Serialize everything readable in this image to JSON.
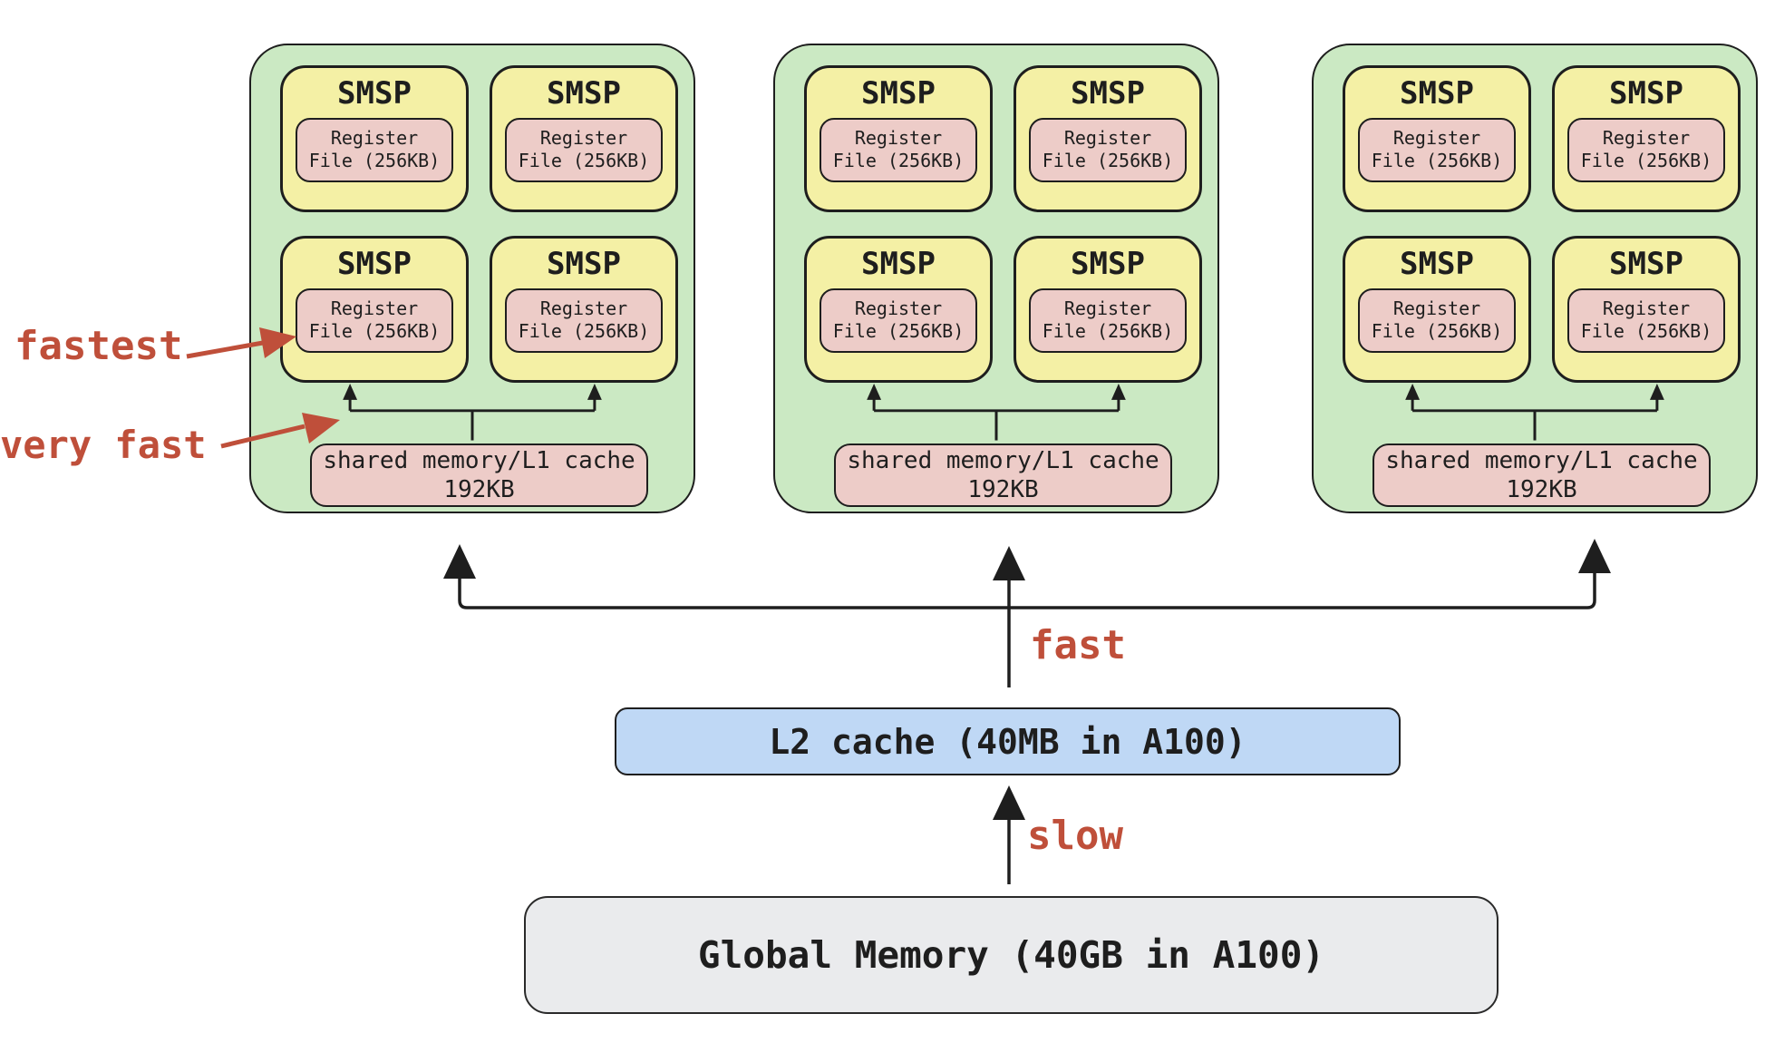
{
  "sm": {
    "count": 3,
    "smsp_label": "SMSP",
    "register_file_line1": "Register",
    "register_file_line2": "File (256KB)",
    "shared_line1": "shared memory/L1 cache",
    "shared_line2": "192KB"
  },
  "l2": {
    "label": "L2 cache (40MB in A100)"
  },
  "global_memory": {
    "label": "Global Memory (40GB in A100)"
  },
  "annotations": {
    "fastest": "fastest",
    "very_fast": "very fast",
    "fast": "fast",
    "slow": "slow"
  },
  "colors": {
    "sm_fill": "#cbe9c3",
    "smsp_fill": "#f4f0a5",
    "register_fill": "#edccc8",
    "shared_fill": "#edccc8",
    "l2_fill": "#bfd8f5",
    "global_fill": "#eaebed",
    "stroke": "#1e1e1e",
    "annotation_red": "#bf4f3a"
  }
}
